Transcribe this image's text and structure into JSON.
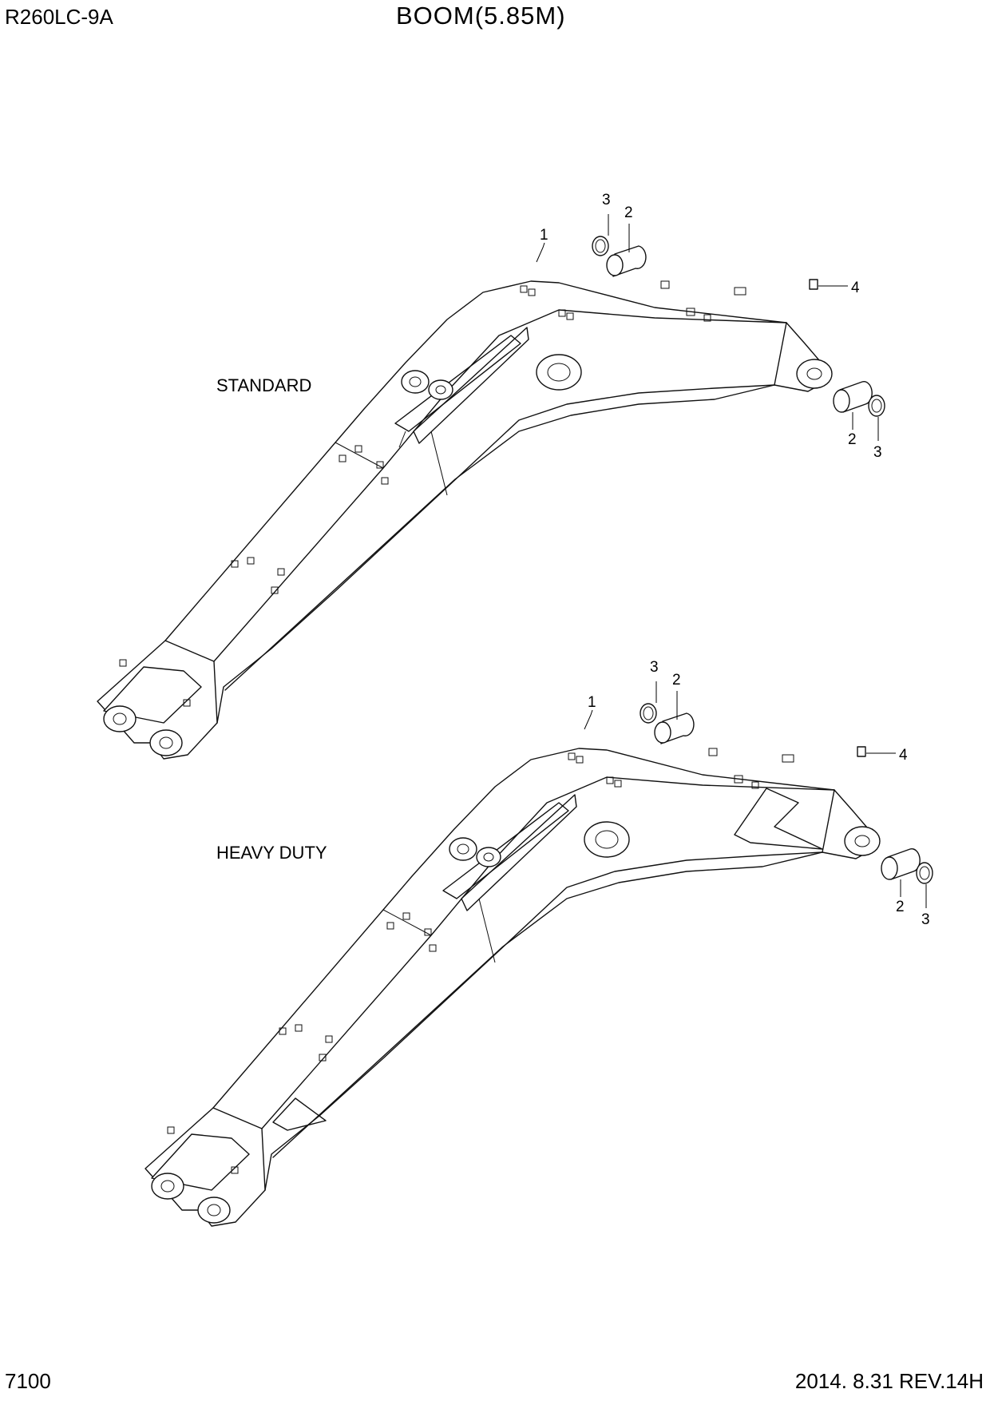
{
  "header": {
    "model": "R260LC-9A",
    "title": "BOOM(5.85M)"
  },
  "footer": {
    "page_number": "7100",
    "revision": "2014. 8.31  REV.14H"
  },
  "views": [
    {
      "label": "STANDARD",
      "callouts": {
        "c1": "1",
        "c2a": "2",
        "c3a": "3",
        "c4": "4",
        "c2b": "2",
        "c3b": "3"
      }
    },
    {
      "label": "HEAVY DUTY",
      "callouts": {
        "c1": "1",
        "c2a": "2",
        "c3a": "3",
        "c4": "4",
        "c2b": "2",
        "c3b": "3"
      }
    }
  ]
}
